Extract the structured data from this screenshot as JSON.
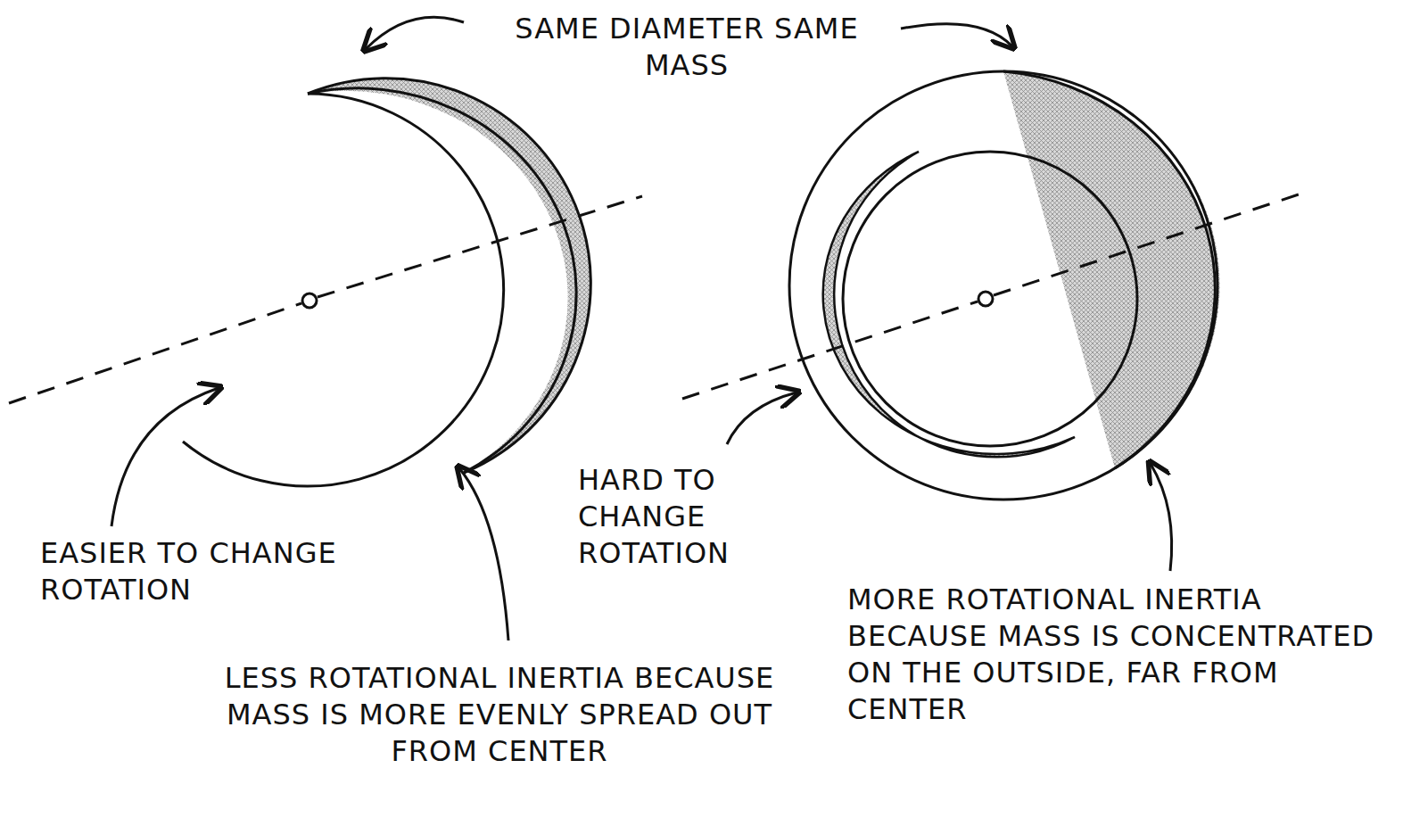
{
  "diagram": {
    "labels": [
      "SAME DIAMETER SAME MASS",
      "EASIER TO CHANGE ROTATION",
      "LESS ROTATIONAL INERTIA BECAUSE MASS IS MORE EVENLY SPREAD OUT FROM CENTER",
      "HARD TO CHANGE ROTATION",
      "MORE ROTATIONAL INERTIA BECAUSE MASS IS CONCENTRATED ON THE OUTSIDE, FAR FROM CENTER"
    ]
  }
}
